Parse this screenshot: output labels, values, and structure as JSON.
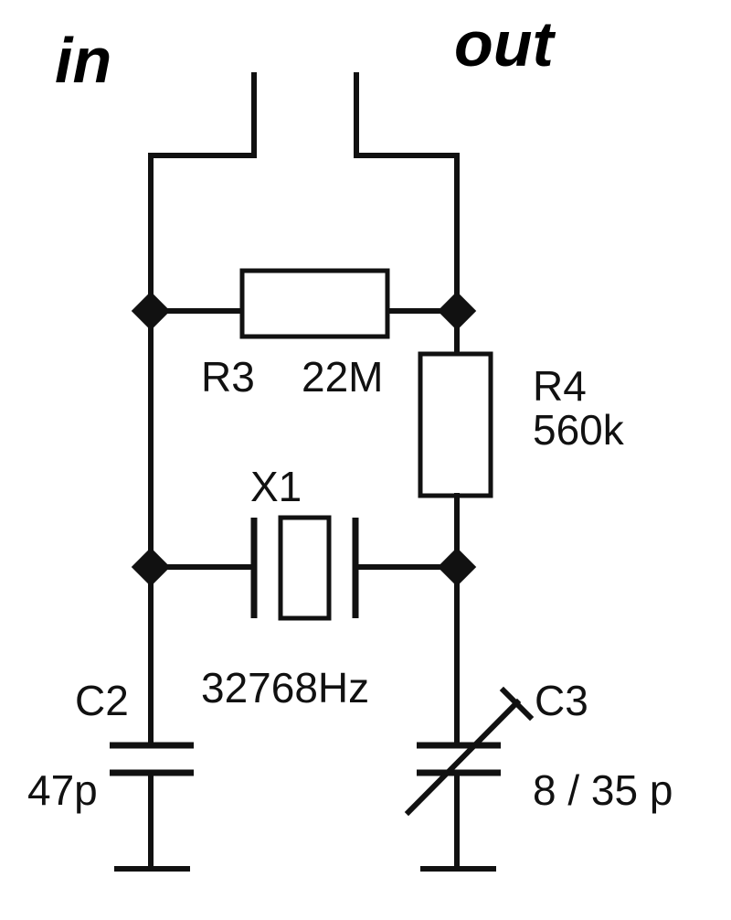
{
  "ports": {
    "input": "in",
    "output": "out"
  },
  "components": {
    "r3": {
      "ref": "R3",
      "value": "22M"
    },
    "r4": {
      "ref": "R4",
      "value": "560k"
    },
    "x1": {
      "ref": "X1",
      "value": "32768Hz"
    },
    "c2": {
      "ref": "C2",
      "value": "47p"
    },
    "c3": {
      "ref": "C3",
      "value": "8 / 35 p"
    }
  },
  "colors": {
    "ink": "#111111",
    "background": "#ffffff"
  }
}
